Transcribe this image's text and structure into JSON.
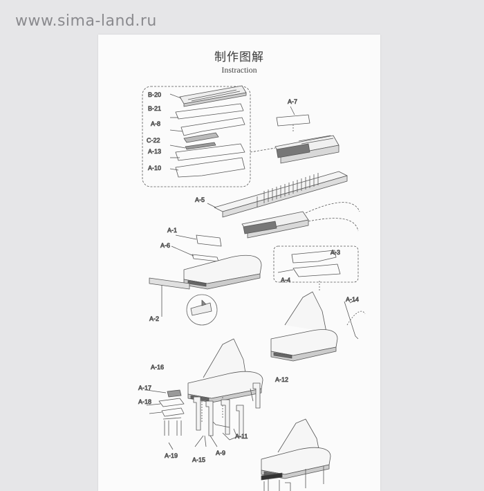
{
  "watermark": "www.sima-land.ru",
  "title": "制作图解",
  "subtitle": "Instraction",
  "part_labels": [
    "B-20",
    "B-21",
    "A-8",
    "C-22",
    "A-13",
    "A-10",
    "A-7",
    "A-5",
    "A-1",
    "A-6",
    "A-2",
    "A-3",
    "A-4",
    "A-14",
    "A-16",
    "A-17",
    "A-18",
    "A-12",
    "A-11",
    "A-19",
    "A-15",
    "A-9"
  ],
  "colors": {
    "background": "#e6e6e8",
    "sheet": "#fbfbfb",
    "line": "#555555"
  }
}
